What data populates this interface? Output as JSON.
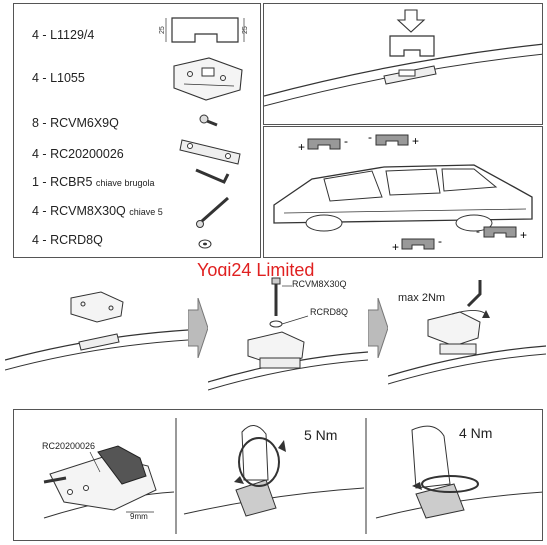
{
  "parts": [
    {
      "qty": "4",
      "code": "L1129/4",
      "note": "",
      "icon": "rubber-pad-icon"
    },
    {
      "qty": "4",
      "code": "L1055",
      "note": "",
      "icon": "mounting-plate-icon"
    },
    {
      "qty": "8",
      "code": "RCVM6X9Q",
      "note": "",
      "icon": "short-screw-icon"
    },
    {
      "qty": "4",
      "code": "RC20200026",
      "note": "",
      "icon": "bracket-strip-icon"
    },
    {
      "qty": "1",
      "code": "RCBR5",
      "note": "chiave brugola",
      "icon": "allen-key-icon"
    },
    {
      "qty": "4",
      "code": "RCVM8X30Q",
      "note": "chiave 5",
      "icon": "long-bolt-icon"
    },
    {
      "qty": "4",
      "code": "RCRD8Q",
      "note": "",
      "icon": "washer-icon"
    }
  ],
  "dimensions": {
    "pad_height_left": "25",
    "pad_height_right": "25"
  },
  "watermark": "Yogi24 Limited",
  "step2_labels": {
    "bolt": "RCVM8X30Q",
    "washer": "RCRD8Q"
  },
  "step3_label": "max 2Nm",
  "step4_label": "RC20200026",
  "step4_dim": "9mm",
  "step5_torque": "5 Nm",
  "step6_torque": "4 Nm",
  "car_panel_signs": {
    "plus": "+",
    "minus": "-"
  }
}
